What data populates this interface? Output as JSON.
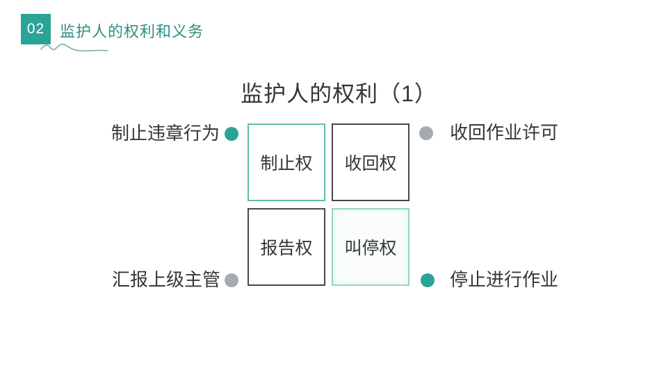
{
  "slide": {
    "section_badge": {
      "number": "02"
    },
    "section_title": "监护人的权利和义务",
    "title": "监护人的权利（1）",
    "grid": {
      "boxes": [
        {
          "label": "制止权",
          "border": "teal"
        },
        {
          "label": "收回权",
          "border": "dark"
        },
        {
          "label": "报告权",
          "border": "dark"
        },
        {
          "label": "叫停权",
          "border": "teal-light"
        }
      ]
    },
    "callouts": {
      "top_left": {
        "text": "制止违章行为",
        "dot_color": "teal"
      },
      "top_right": {
        "text": "收回作业许可",
        "dot_color": "gray"
      },
      "bottom_left": {
        "text": "汇报上级主管",
        "dot_color": "gray"
      },
      "bottom_right": {
        "text": "停止进行作业",
        "dot_color": "teal"
      }
    },
    "colors": {
      "teal": "#2ba396",
      "header_teal": "#2f8d80",
      "teal_border": "#5fbcac",
      "teal_border_light": "#93d3c7",
      "dark_border": "#46474b",
      "gray_dot": "#a5abb2",
      "text_dark": "#33373a",
      "squiggle": "#7fa9a0",
      "background": "#ffffff"
    }
  }
}
